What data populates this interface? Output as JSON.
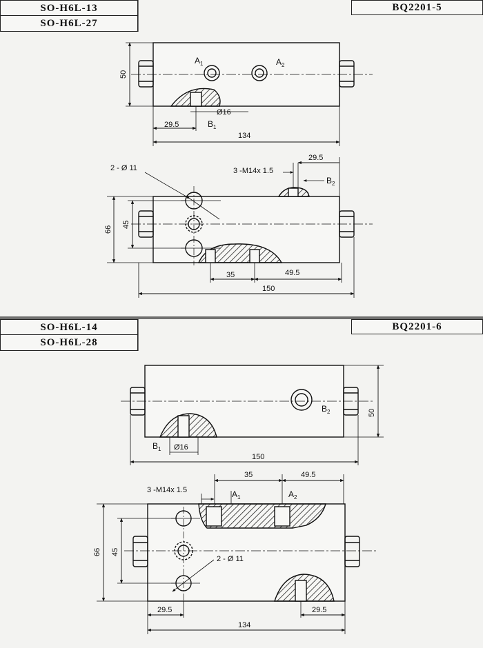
{
  "top": {
    "codes": [
      "SO-H6L-13",
      "SO-H6L-27"
    ],
    "part_no": "BQ2201-5",
    "view_a": {
      "port_a1": "A",
      "port_a1_sub": "1",
      "port_a2": "A",
      "port_a2_sub": "2",
      "port_b1": "B",
      "port_b1_sub": "1",
      "height": "50",
      "bore": "Ø16",
      "offset": "29.5",
      "length": "134"
    },
    "view_b": {
      "holes": "2 - Ø 11",
      "threads": "3 -M14x 1.5",
      "offset": "29.5",
      "port_b2": "B",
      "port_b2_sub": "2",
      "height_outer": "66",
      "height_inner": "45",
      "pitch_a": "35",
      "pitch_b": "49.5",
      "length": "150"
    }
  },
  "bottom": {
    "codes": [
      "SO-H6L-14",
      "SO-H6L-28"
    ],
    "part_no": "BQ2201-6",
    "view_a": {
      "port_b2": "B",
      "port_b2_sub": "2",
      "port_b1": "B",
      "port_b1_sub": "1",
      "bore": "Ø16",
      "height": "50",
      "length": "150"
    },
    "view_b": {
      "pitch_a": "35",
      "pitch_b": "49.5",
      "threads": "3 -M14x 1.5",
      "port_a1": "A",
      "port_a1_sub": "1",
      "port_a2": "A",
      "port_a2_sub": "2",
      "holes": "2 - Ø 11",
      "height_outer": "66",
      "height_inner": "45",
      "offset_left": "29.5",
      "offset_right": "29.5",
      "length": "134"
    }
  }
}
